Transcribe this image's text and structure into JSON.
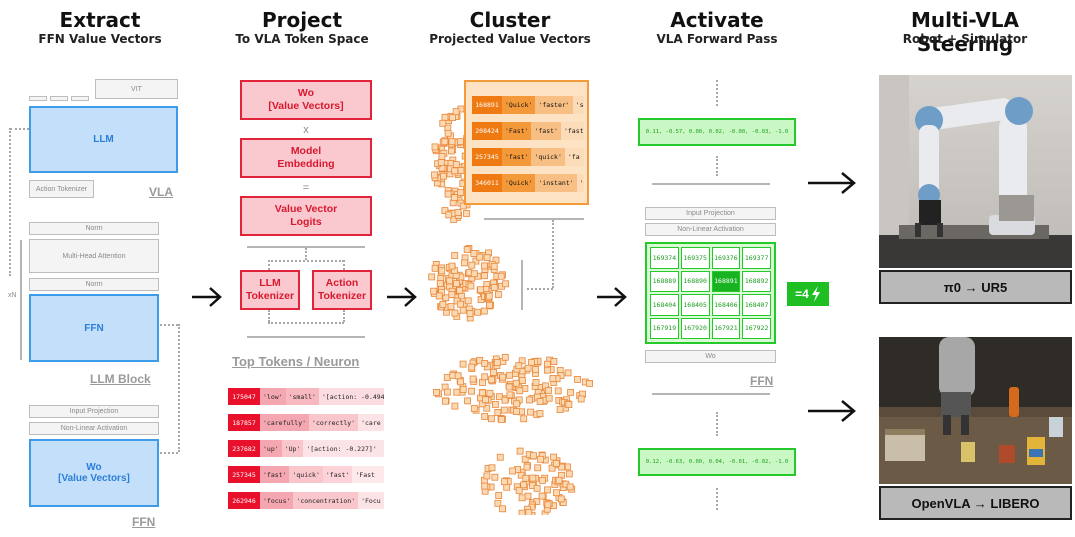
{
  "columns": [
    {
      "title": "Extract",
      "subtitle": "FFN Value Vectors"
    },
    {
      "title": "Project",
      "subtitle": "To VLA Token Space"
    },
    {
      "title": "Cluster",
      "subtitle": "Projected Value Vectors"
    },
    {
      "title": "Activate",
      "subtitle": "VLA Forward Pass"
    },
    {
      "title": "Multi-VLA Steering",
      "subtitle": "Robot + Simulator"
    }
  ],
  "extract": {
    "vit": "VIT",
    "llm": "LLM",
    "action_tokenizer": "Action Tokenizer",
    "vla_label": "VLA",
    "norm_top": "Norm",
    "mha": "Multi-Head Attention",
    "norm_bottom": "Norm",
    "xn": "xN",
    "ffn": "FFN",
    "llm_block_label": "LLM Block",
    "input_projection": "Input Projection",
    "nonlinear": "Non-Linear Activation",
    "wo": "Wo\n[Value Vectors]",
    "ffn_label": "FFN"
  },
  "project": {
    "wo": "Wo\n[Value Vectors]",
    "times": "x",
    "embedding": "Model\nEmbedding",
    "equals": "=",
    "logits": "Value Vector\nLogits",
    "llm_tokenizer": "LLM\nTokenizer",
    "action_tokenizer": "Action\nTokenizer",
    "top_tokens_title": "Top Tokens / Neuron",
    "rows": [
      {
        "id": "175047",
        "tokens": [
          "'low'",
          "'small'",
          "'[action: -0.494"
        ]
      },
      {
        "id": "187857",
        "tokens": [
          "'carefully'",
          "'correctly'",
          "'care"
        ]
      },
      {
        "id": "237682",
        "tokens": [
          "'up'",
          "'Up'",
          "'[action: -0.227]'"
        ]
      },
      {
        "id": "257345",
        "tokens": [
          "'fast'",
          "'quick'",
          "'fast'",
          "'Fast"
        ]
      },
      {
        "id": "262946",
        "tokens": [
          "'focus'",
          "'concentration'",
          "'Focu"
        ]
      }
    ]
  },
  "cluster": {
    "rows": [
      {
        "id": "168891",
        "tokens": [
          "'Quick'",
          "'faster'",
          "'se"
        ]
      },
      {
        "id": "208424",
        "tokens": [
          "'Fast'",
          "'fast'",
          "'fast'"
        ]
      },
      {
        "id": "257345",
        "tokens": [
          "'fast'",
          "'quick'",
          "'fa"
        ]
      },
      {
        "id": "346011",
        "tokens": [
          "'Quick'",
          "'instant'",
          "'q"
        ]
      }
    ]
  },
  "activate": {
    "vec_top": "0.11, -0.57, 0.00, 0.02, -0.00, -0.03, -1.0",
    "input_projection": "Input Projection",
    "nonlinear": "Non-Linear Activation",
    "grid": [
      "169374",
      "169375",
      "169376",
      "169377",
      "168889",
      "168890",
      "168891",
      "168892",
      "168404",
      "168405",
      "168406",
      "168407",
      "167919",
      "167920",
      "167921",
      "167922"
    ],
    "hot_index": 6,
    "wo": "Wo",
    "ffn_label": "FFN",
    "badge": "=4",
    "vec_bottom": "0.12, -0.63, 0.00, 0.04, -0.01, -0.02, -1.0"
  },
  "steering": {
    "caption_top": "π0 → UR5",
    "caption_bottom": "OpenVLA → LIBERO"
  },
  "colors": {
    "blue": "#3d9be9",
    "red": "#e1243a",
    "orange": "#f07a12",
    "green": "#25c92c"
  },
  "icons": [
    "right-arrow-icon",
    "lightning-icon"
  ]
}
